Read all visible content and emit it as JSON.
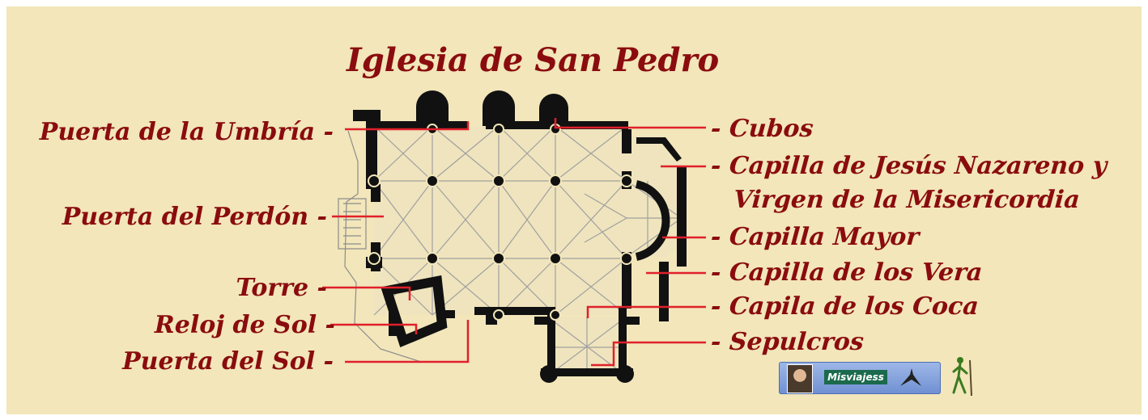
{
  "title": "Iglesia de San Pedro",
  "labels_left": {
    "umbria": "Puerta de la Umbría -",
    "perdon": "Puerta del Perdón -",
    "torre": "Torre -",
    "reloj": "Reloj de Sol -",
    "sol": "Puerta del Sol -"
  },
  "labels_right": {
    "cubos": "- Cubos",
    "jesus_line1": "- Capilla de Jesús Nazareno y",
    "jesus_line2": "Virgen de la Misericordia",
    "mayor": "- Capilla Mayor",
    "vera": "- Capilla de los Vera",
    "coca": "- Capila de los Coca",
    "sepulcros": "- Sepulcros"
  },
  "badge": {
    "name": "Misviajess"
  },
  "colors": {
    "background": "#f2e6ba",
    "label": "#8a0c0e",
    "leader_line": "#e0202a",
    "wall": "#111111",
    "vault_line": "#9a9a9a"
  },
  "icons": [
    "avatar-photo",
    "bird-icon",
    "hiker-icon"
  ]
}
